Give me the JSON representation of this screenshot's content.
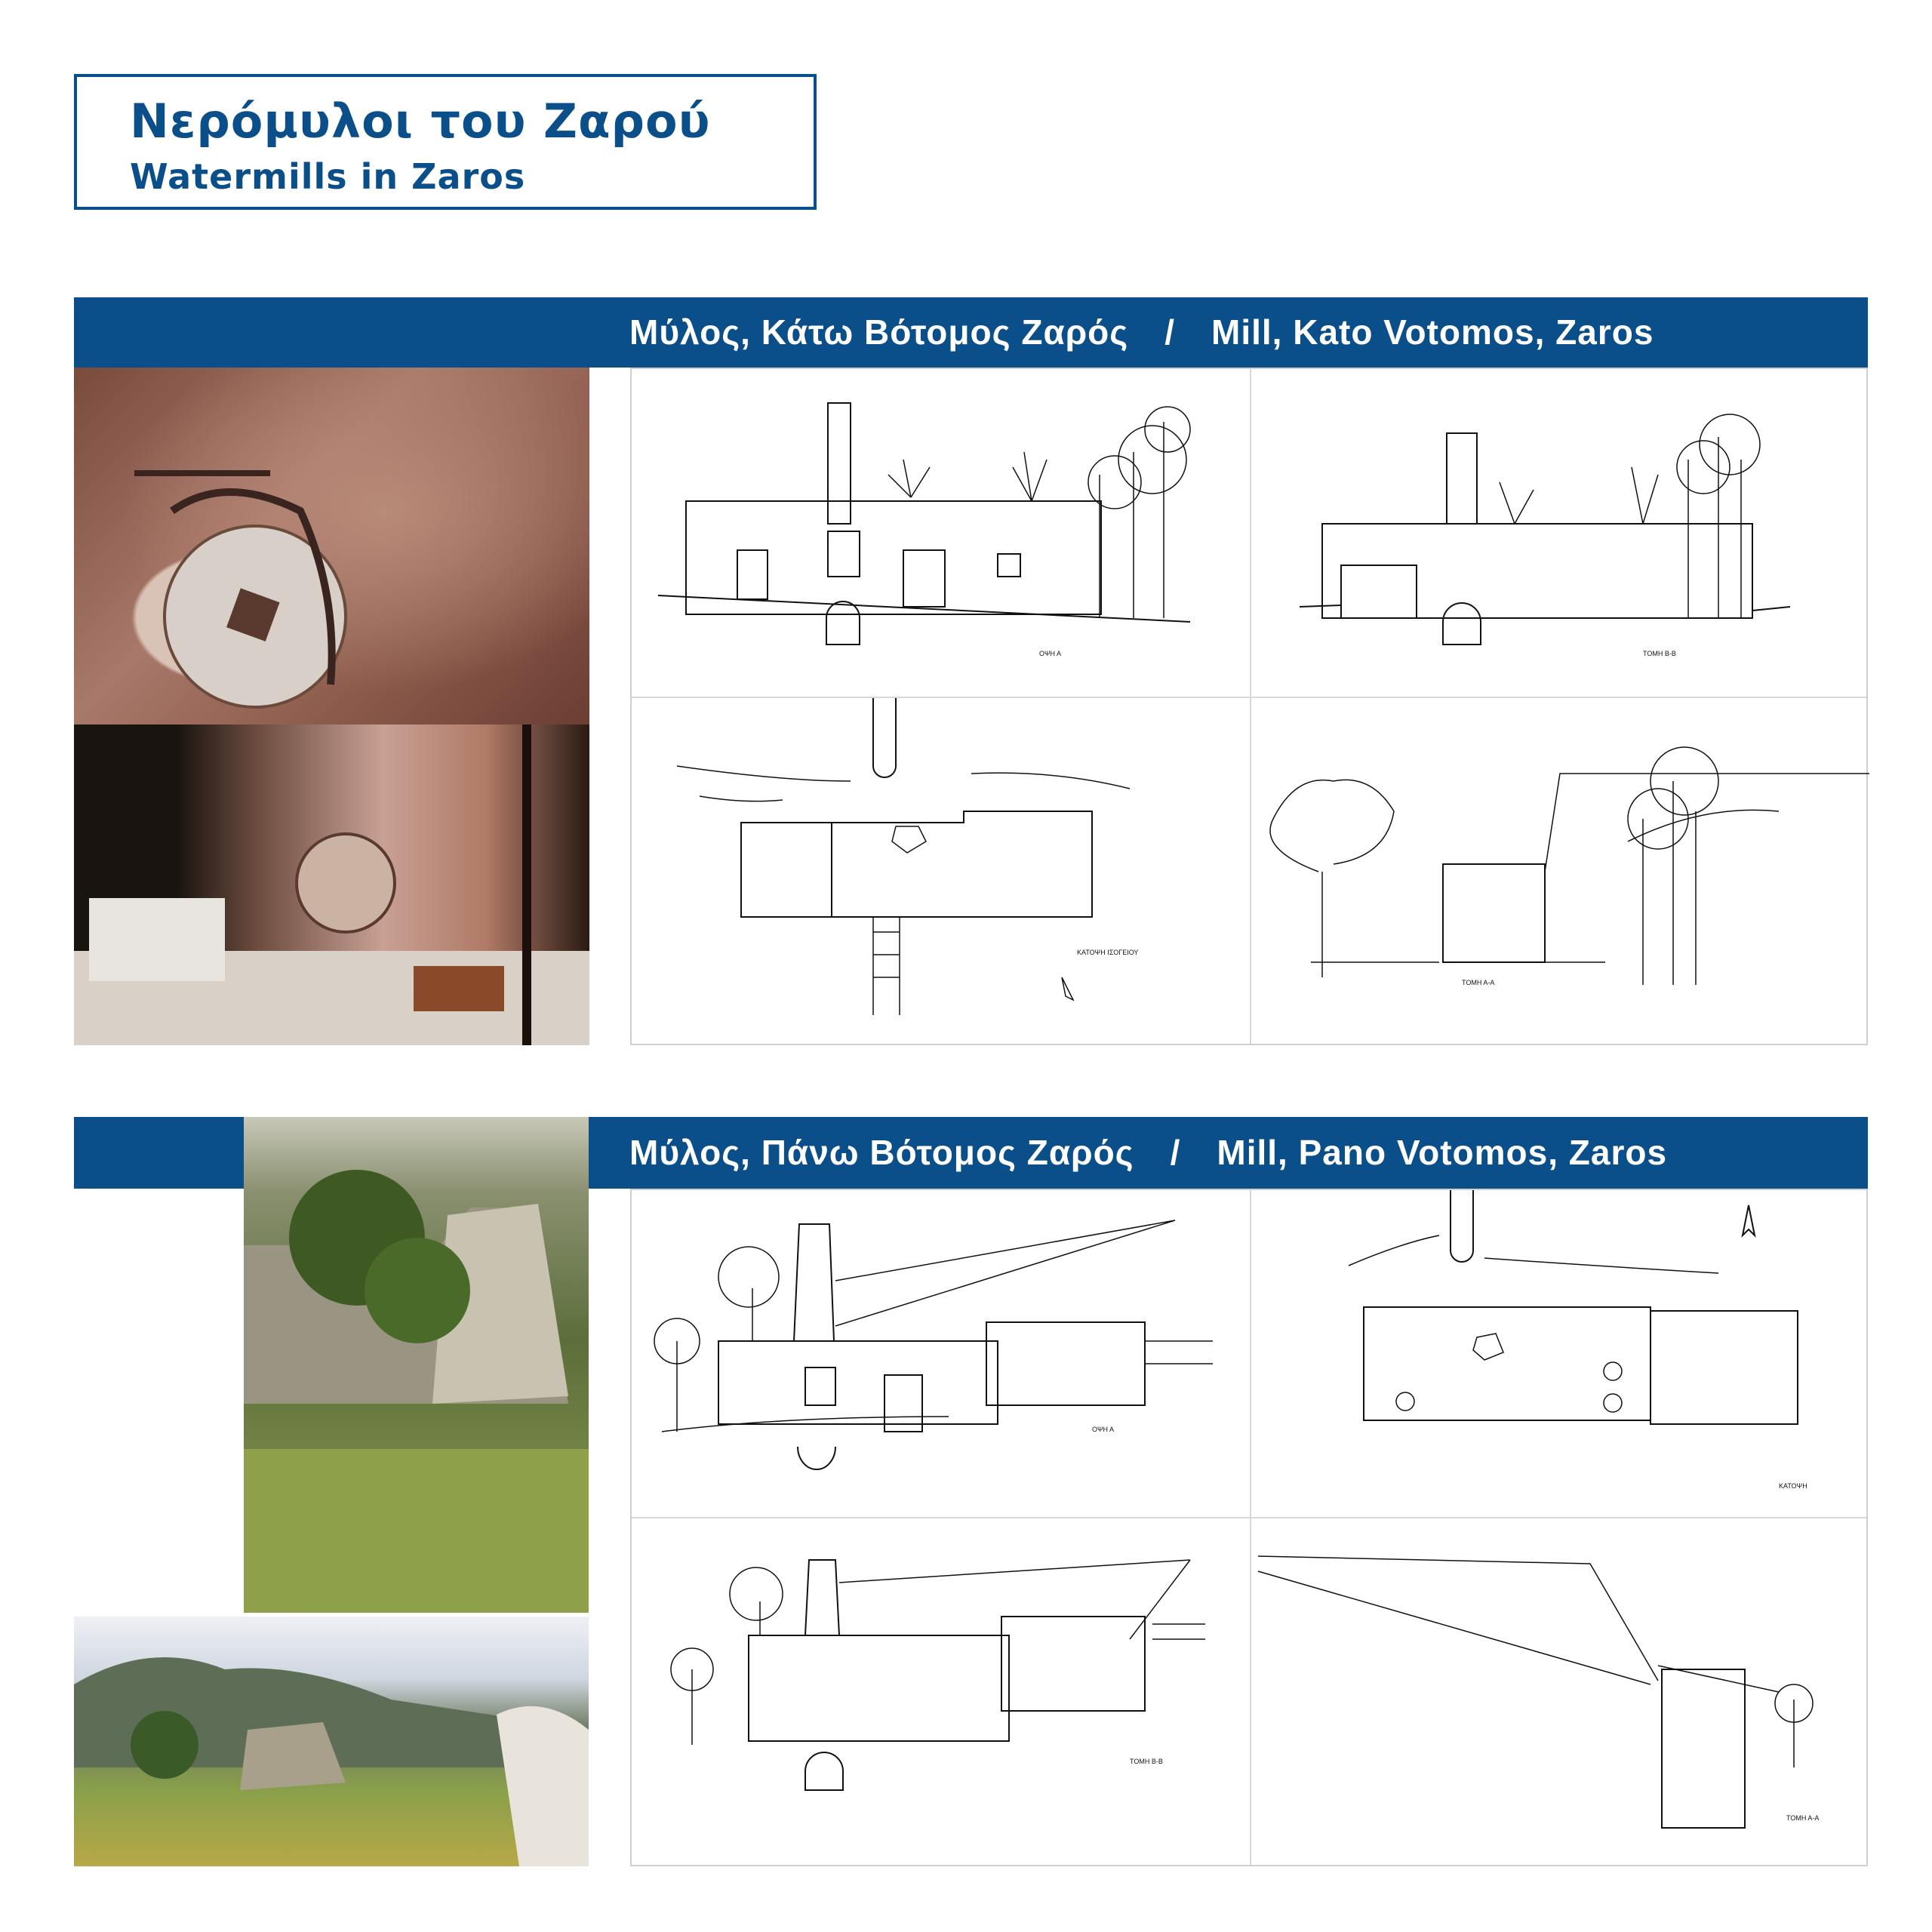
{
  "header": {
    "title_greek": "Νερόμυλοι του Ζαρού",
    "title_english": "Watermills in Zaros"
  },
  "sections": [
    {
      "title_greek": "Μύλος, Κάτω Βότομος Ζαρός",
      "separator": "/",
      "title_english": "Mill, Kato Votomos, Zaros",
      "drawings": [
        {
          "label": "ΟΨΗ Α"
        },
        {
          "label": "ΤΟΜΗ Β-Β"
        },
        {
          "label": "ΚΑΤΟΨΗ ΙΣΟΓΕΙΟΥ"
        },
        {
          "label": "ΤΟΜΗ Α-Α"
        }
      ]
    },
    {
      "title_greek": "Μύλος, Πάνω Βότομος Ζαρός",
      "separator": "/",
      "title_english": "Mill, Pano Votomos, Zaros",
      "drawings": [
        {
          "label": "ΟΨΗ Α"
        },
        {
          "label": "ΚΑΤΟΨΗ"
        },
        {
          "label": "ΤΟΜΗ Β-Β"
        },
        {
          "label": "ΤΟΜΗ Α-Α"
        }
      ]
    }
  ],
  "colors": {
    "brand_blue": "#0b4f8a"
  }
}
